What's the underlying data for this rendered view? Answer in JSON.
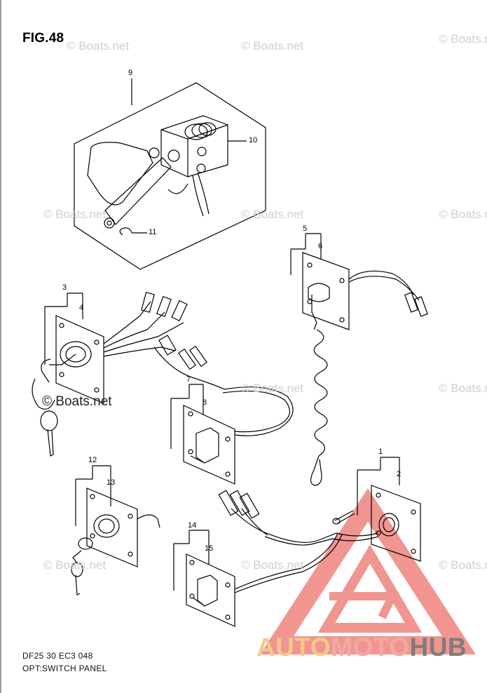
{
  "figure": {
    "title": "FIG.48",
    "code": "DF25 30 EC3  048",
    "description": "OPT:SWITCH PANEL"
  },
  "watermark": {
    "text": "© Boats.net"
  },
  "brand": {
    "part1": "AUTO",
    "part2": "MOTO",
    "part3": "HUB",
    "colors": {
      "auto": "#f3c98b",
      "moto": "#f2a9a4",
      "hub": "#7d7d7d",
      "logo": "#f08a85"
    }
  },
  "callouts": [
    {
      "id": "callout-9",
      "label": "9"
    },
    {
      "id": "callout-10",
      "label": "10"
    },
    {
      "id": "callout-11",
      "label": "11"
    },
    {
      "id": "callout-5",
      "label": "5"
    },
    {
      "id": "callout-6",
      "label": "6"
    },
    {
      "id": "callout-3",
      "label": "3"
    },
    {
      "id": "callout-4",
      "label": "4"
    },
    {
      "id": "callout-7",
      "label": "7"
    },
    {
      "id": "callout-8",
      "label": "8"
    },
    {
      "id": "callout-1",
      "label": "1"
    },
    {
      "id": "callout-2",
      "label": "2"
    },
    {
      "id": "callout-12",
      "label": "12"
    },
    {
      "id": "callout-13",
      "label": "13"
    },
    {
      "id": "callout-14",
      "label": "14"
    },
    {
      "id": "callout-15",
      "label": "15"
    }
  ]
}
